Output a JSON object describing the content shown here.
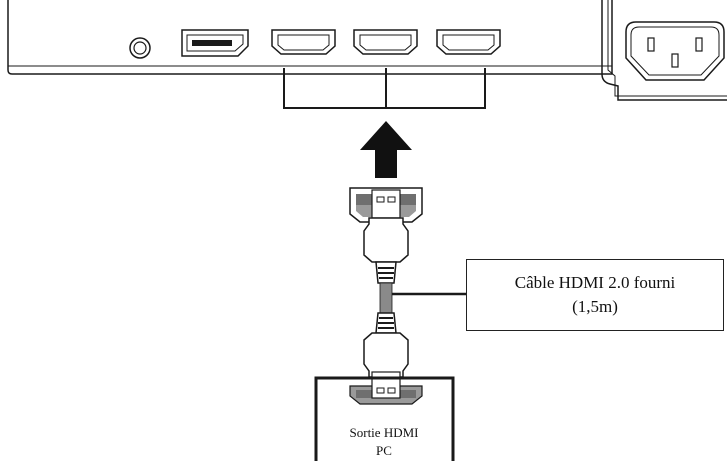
{
  "callout": {
    "line1": "Câble HDMI 2.0 fourni",
    "line2": "(1,5m)"
  },
  "pc_box": {
    "line1": "Sortie HDMI",
    "line2": "PC"
  },
  "ports": [
    "audio-jack",
    "displayport",
    "hdmi",
    "hdmi",
    "hdmi",
    "ac-power"
  ],
  "colors": {
    "line": "#1a1a1a",
    "connector_gray": "#9a9a9a",
    "connector_dark": "#555555",
    "background": "#ffffff"
  }
}
